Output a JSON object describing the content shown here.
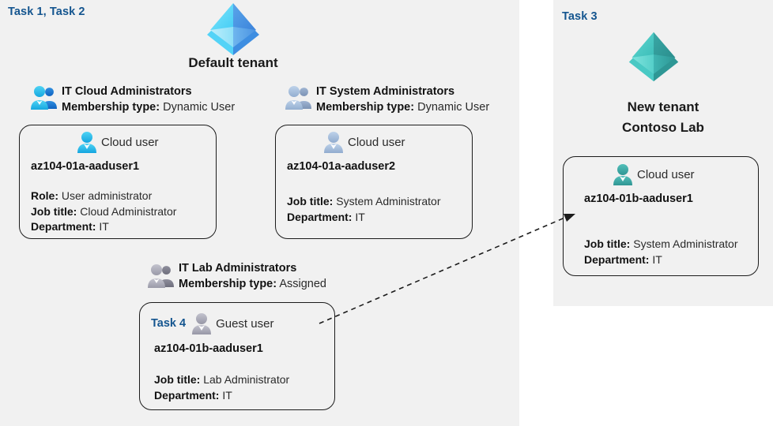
{
  "colors": {
    "panel_bg": "#f1f1f1",
    "page_bg": "#ffffff",
    "task_label": "#14558f",
    "box_border": "#1c1c1c",
    "tenant_blue_light": "#4fd2f7",
    "tenant_blue_dark": "#3f8fe0",
    "tenant_teal_light": "#49cfc9",
    "tenant_teal_dark": "#2f9d9b",
    "user_blue": "#28b6e8",
    "user_gray": "#9aa7b8",
    "user_teal": "#3aa8a4",
    "group_gray": "#98a0ae"
  },
  "left_panel": {
    "task_label": "Task 1, Task 2",
    "tenant_title": "Default tenant",
    "tenant_icon": "azure-ad-tenant-icon",
    "groups": [
      {
        "icon": "group-users-icon",
        "name": "IT Cloud Administrators",
        "membership_label": "Membership type:",
        "membership_value": "Dynamic User",
        "user": {
          "icon": "cloud-user-icon",
          "type": "Cloud user",
          "name": "az104-01a-aaduser1",
          "props": [
            {
              "label": "Role:",
              "value": "User administrator"
            },
            {
              "label": "Job title:",
              "value": "Cloud Administrator"
            },
            {
              "label": "Department:",
              "value": "IT"
            }
          ]
        }
      },
      {
        "icon": "group-users-icon",
        "name": "IT System Administrators",
        "membership_label": "Membership type:",
        "membership_value": "Dynamic User",
        "user": {
          "icon": "cloud-user-icon",
          "type": "Cloud user",
          "name": "az104-01a-aaduser2",
          "props": [
            {
              "label": "Job title:",
              "value": "System Administrator"
            },
            {
              "label": "Department:",
              "value": "IT"
            }
          ]
        }
      },
      {
        "icon": "group-users-icon",
        "name": "IT Lab Administrators",
        "membership_label": "Membership type:",
        "membership_value": "Assigned",
        "user": {
          "icon": "guest-user-icon",
          "task_label": "Task 4",
          "type": "Guest user",
          "name": "az104-01b-aaduser1",
          "props": [
            {
              "label": "Job title:",
              "value": "Lab Administrator"
            },
            {
              "label": "Department:",
              "value": "IT"
            }
          ]
        }
      }
    ]
  },
  "right_panel": {
    "task_label": "Task 3",
    "tenant_icon": "azure-ad-tenant-icon",
    "tenant_title_line1": "New  tenant",
    "tenant_title_line2": "Contoso Lab",
    "user": {
      "icon": "cloud-user-icon",
      "type": "Cloud user",
      "name": "az104-01b-aaduser1",
      "props": [
        {
          "label": "Job title:",
          "value": "System Administrator"
        },
        {
          "label": "Department:",
          "value": "IT"
        }
      ]
    }
  },
  "connector": {
    "name": "guest-invitation-arrow",
    "style": "dashed",
    "from": "IT Lab Administrators guest user box",
    "to": "Contoso Lab cloud user box"
  }
}
